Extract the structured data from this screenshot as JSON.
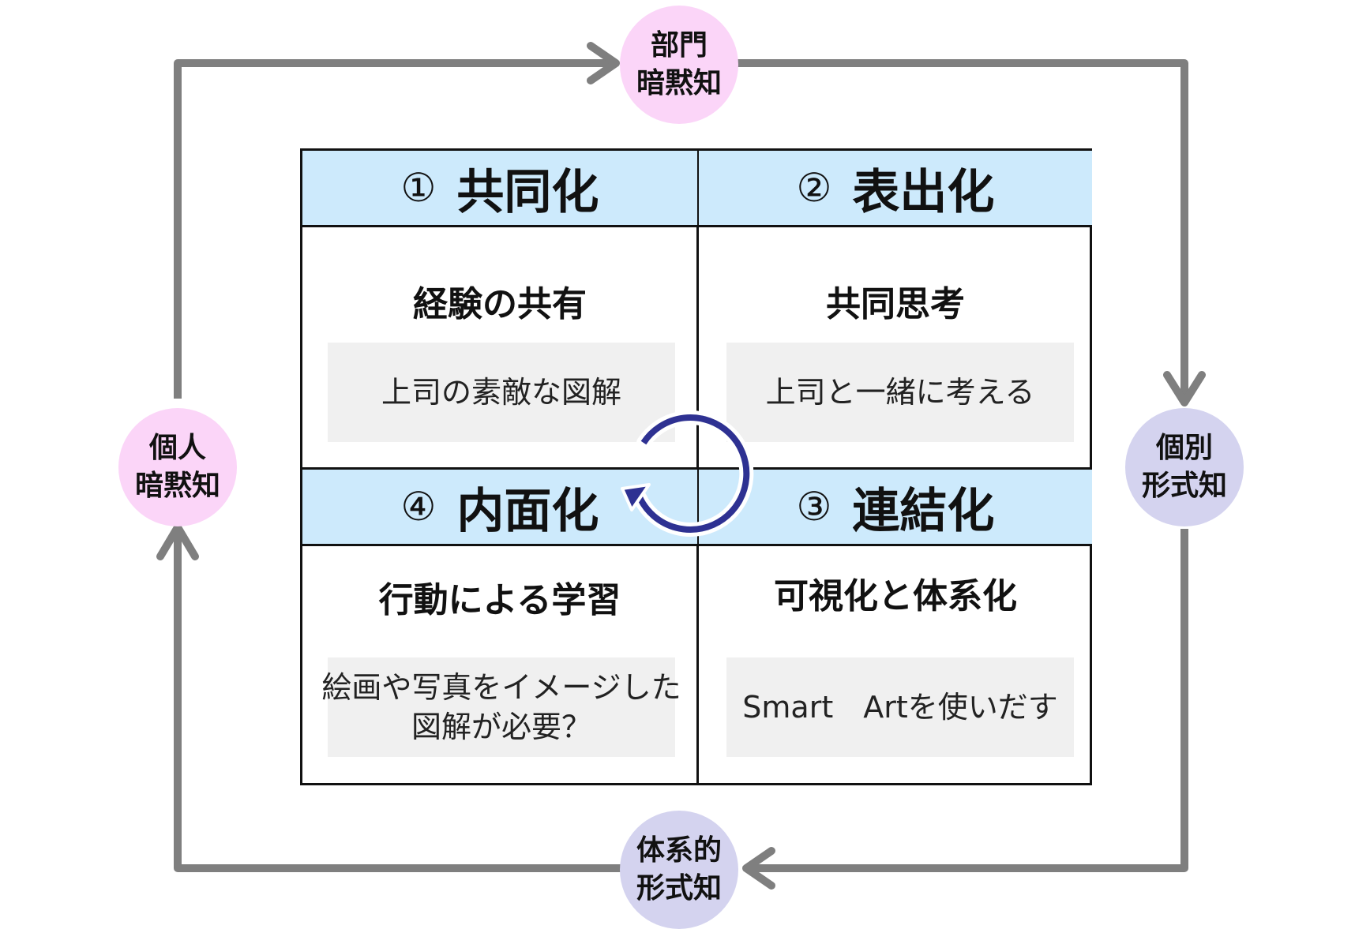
{
  "nodes": {
    "top": {
      "lines": [
        "部門",
        "暗黙知"
      ]
    },
    "right": {
      "lines": [
        "個別",
        "形式知"
      ]
    },
    "bottom": {
      "lines": [
        "体系的",
        "形式知"
      ]
    },
    "left": {
      "lines": [
        "個人",
        "暗黙知"
      ]
    }
  },
  "quadrants": {
    "q1": {
      "number": "①",
      "title": "共同化",
      "subtitle": "経験の共有",
      "example_lines": [
        "上司の素敵な図解"
      ]
    },
    "q2": {
      "number": "②",
      "title": "表出化",
      "subtitle": "共同思考",
      "example_lines": [
        "上司と一緒に考える"
      ]
    },
    "q3": {
      "number": "③",
      "title": "連結化",
      "subtitle": "可視化と体系化",
      "example_lines": [
        "Smart　Artを使いだす"
      ]
    },
    "q4": {
      "number": "④",
      "title": "内面化",
      "subtitle": "行動による学習",
      "example_lines": [
        "絵画や写真をイメージした",
        "図解が必要？"
      ]
    }
  },
  "colors": {
    "outer_arrow": "#7f7f7f",
    "node_tacit": "#fbd5f8",
    "node_explicit": "#d4d3ef",
    "header_fill": "#cdeafc",
    "example_fill": "#f0f0f0",
    "cycle_arrow": "#2e3192"
  }
}
